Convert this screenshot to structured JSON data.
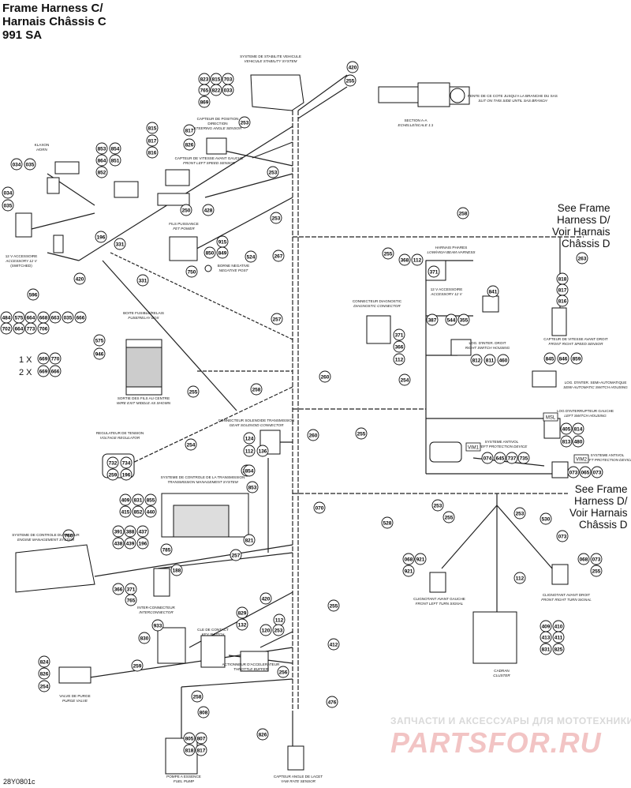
{
  "title": {
    "line1": "Frame Harness C/",
    "line2": "Harnais Châssis C",
    "line3": "991 SA"
  },
  "see_refs": [
    {
      "line1": "See Frame",
      "line2": "Harness D/",
      "line3": "Voir Harnais",
      "line4": "Châssis D"
    },
    {
      "line1": "See Frame",
      "line2": "Harness D/",
      "line3": "Voir Harnais",
      "line4": "Châssis D"
    }
  ],
  "watermark": {
    "line1": "ЗАПЧАСТИ И АКСЕССУАРЫ ДЛЯ МОТОТЕХНИКИ",
    "line2": "PARTSFOR.RU"
  },
  "drawing_code": "28Y0801c",
  "multipliers": {
    "one": "1 X",
    "two": "2 X"
  },
  "labels": {
    "vss_fr": "SYSTEME DE STABILITE VEHICULE",
    "vss_en": "VEHICULE STABILITY SYSTEM",
    "section_fr": "SECTION A-A",
    "section_en": "ECHELLE/SCALE 1:1",
    "cut_fr": "FENTE DE CE COTE JUSQU'A LA BRANCHE DU SAS",
    "cut_en": "SLIT ON THIS SIDE UNTIL SAS BRANCH",
    "angle_fr": "CAPTEUR DE POSITION",
    "angle_fr2": "DIRECTION",
    "angle_en": "STEERING ANGLE SENSOR",
    "fl_speed_fr": "CAPTEUR DE VITESSE AVANT GAUCHE",
    "fl_speed_en": "FRONT LEFT SPEED SENSOR",
    "horn_fr": "KLAXON",
    "horn_en": "HORN",
    "fils_fr": "FILS PUISSANCE",
    "fils_en": "FET POWER",
    "acc12_fr": "12 V ACCESSOIRE",
    "acc12_en": "ACCESSORY 12 V",
    "acc12_sw": "(SWITCHED)",
    "neg_fr": "BORNE NEGATIVE",
    "neg_en": "NEGATIVE POST",
    "fuse_fr": "BOITE FUSIBLE/RELAIS",
    "fuse_en": "FUSE/RELAY BOX",
    "wire_fr": "SORTIE DES FILS AU CENTRE",
    "wire_en": "WIRE EXIT MIDDLE AS SHOWN",
    "reg_fr": "REGULATEUR DE TENSION",
    "reg_en": "VOLTAGE REGULATOR",
    "tcm_fr": "SYSTEME DE CONTROLE DE LA TRANSMISSION",
    "tcm_en": "TRANSMISSION MANAGEMENT SYSTEM",
    "ems_fr": "SYSTEME DE CONTROLE DU MOTEUR",
    "ems_en": "ENGINE MANAGEMENT SYSTEM",
    "gear_fr": "CONNECTEUR SOLENOIDE TRANSMISSION",
    "gear_en": "GEAR SOLENOID CONNECTOR",
    "diag_fr": "CONNECTEUR DIAGNOSTIC",
    "diag_en": "DIAGNOSTIC CONNECTOR",
    "hl_fr": "HARNAIS PHARES",
    "hl_en": "LOW/HIGH BEAM HARNESS",
    "acc12b_fr": "12 V ACCESSOIRE",
    "acc12b_en": "ACCESSORY 12 V",
    "rsw_fr": "LOG. D'INTER. DROIT",
    "rsw_en": "RIGHT SWITCH HOUSING",
    "fr_speed_fr": "CAPTEUR DE VITESSE AVANT DROIT",
    "fr_speed_en": "FRONT RIGHT SPEED SENSOR",
    "semi_fr": "LOG. D'INTER. SEMI-AUTOMATIQUE",
    "semi_en": "SEMI-AUTOMATIC SWITCH HOUSING",
    "lsw_fr": "LOG D'INTERRUPTEUR GAUCHE",
    "lsw_en": "LEFT SWITCH HOUSING",
    "theft_fr": "SYSTEME ANTIVOL",
    "theft_en": "THEFT PROTECTION DEVICE",
    "theft2_fr": "SYSTEME ANTIVOL",
    "theft2_en": "THEFT PROTECTION DEVICE",
    "interc_fr": "INTER-CONNECTEUR",
    "interc_en": "INTERCONNECTOR",
    "key_fr": "CLE DE CONTACT",
    "key_en": "KEY SWITCH",
    "tb_fr": "ACTIONNEUR D'ACCELERATEUR",
    "tb_en": "THROTTLE BUFFER",
    "purge_fr": "VALVE DE PURGE",
    "purge_en": "PURGE VALVE",
    "fuel_fr": "POMPE A ESSENCE",
    "fuel_en": "FUEL PUMP",
    "yaw_fr": "CAPTEUR ANGLE DE LACET",
    "yaw_en": "YAW RATE SENSOR",
    "fl_turn_fr": "CLIGNOTANT AVANT GAUCHE",
    "fl_turn_en": "FRONT LEFT TURN SIGNAL",
    "fr_turn_fr": "CLIGNOTANT AVANT DROIT",
    "fr_turn_en": "FRONT RIGHT TURN SIGNAL",
    "cluster_fr": "CADRAN",
    "cluster_en": "CLUSTER"
  },
  "tags": {
    "vim1": "VIM1",
    "vim2": "VIM2",
    "msl": "MSL"
  },
  "callouts": [
    "420",
    "255",
    "823",
    "815",
    "703",
    "765",
    "822",
    "033",
    "869",
    "253",
    "817",
    "826",
    "815",
    "817",
    "816",
    "853",
    "854",
    "864",
    "851",
    "852",
    "253",
    "250",
    "428",
    "253",
    "034",
    "035",
    "034",
    "035",
    "196",
    "331",
    "420",
    "331",
    "596",
    "915",
    "850",
    "849",
    "524",
    "750",
    "267",
    "258",
    "255",
    "263",
    "368",
    "112",
    "371",
    "841",
    "387",
    "544",
    "355",
    "818",
    "817",
    "816",
    "371",
    "366",
    "112",
    "812",
    "811",
    "460",
    "845",
    "846",
    "859",
    "257",
    "254",
    "484",
    "575",
    "664",
    "668",
    "663",
    "035",
    "666",
    "702",
    "664",
    "773",
    "706",
    "575",
    "946",
    "669",
    "770",
    "669",
    "666",
    "255",
    "258",
    "260",
    "254",
    "405",
    "814",
    "813",
    "480",
    "124",
    "112",
    "136",
    "255",
    "260",
    "255",
    "070",
    "821",
    "073",
    "065",
    "073",
    "074",
    "645",
    "737",
    "735",
    "732",
    "734",
    "259",
    "196",
    "854",
    "853",
    "409",
    "831",
    "855",
    "415",
    "852",
    "440",
    "391",
    "388",
    "437",
    "438",
    "439",
    "196",
    "766",
    "785",
    "257",
    "528",
    "253",
    "255",
    "253",
    "530",
    "073",
    "068",
    "921",
    "921",
    "068",
    "073",
    "255",
    "112",
    "366",
    "371",
    "765",
    "188",
    "420",
    "933",
    "830",
    "829",
    "132",
    "112",
    "120",
    "253",
    "256",
    "255",
    "412",
    "409",
    "410",
    "413",
    "411",
    "831",
    "825",
    "824",
    "826",
    "254",
    "259",
    "258",
    "808",
    "476",
    "805",
    "807",
    "818",
    "817",
    "826"
  ]
}
